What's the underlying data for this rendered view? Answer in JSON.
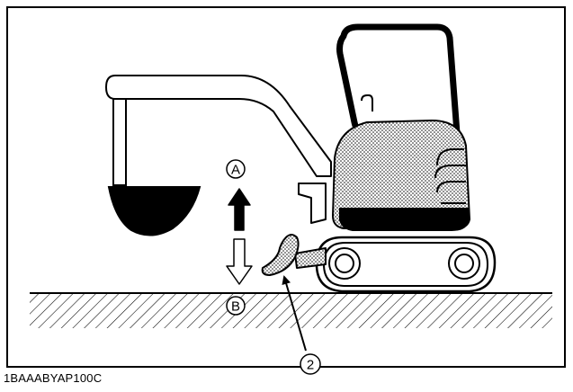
{
  "callouts": {
    "a": "A",
    "b": "B",
    "part_number": "2"
  },
  "figure_code": "1BAAABYAP100C",
  "colors": {
    "line": "#000000",
    "background": "#ffffff",
    "grey_fill": "#d8d8d8"
  }
}
